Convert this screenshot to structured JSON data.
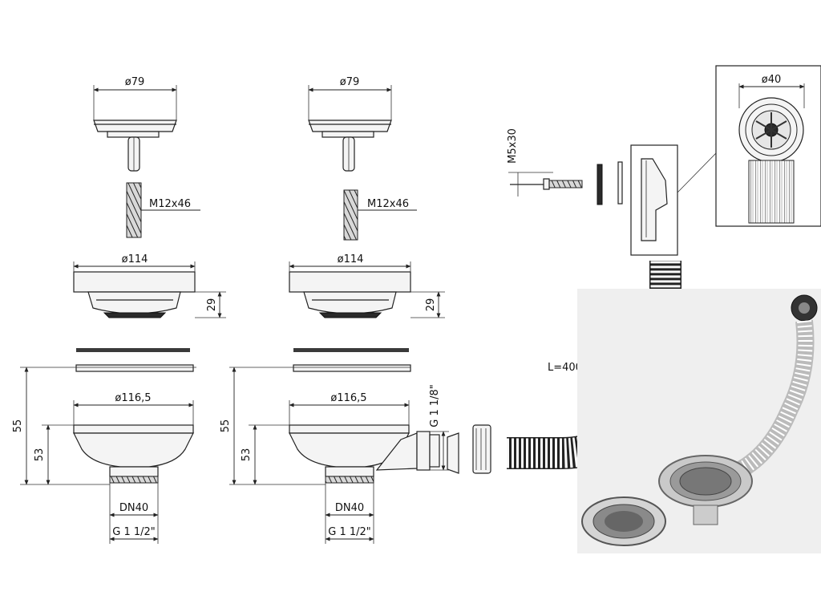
{
  "labels": {
    "d79": "ø79",
    "m12": "M12x46",
    "d114": "ø114",
    "h29": "29",
    "d1165": "ø116,5",
    "h55": "55",
    "h53": "53",
    "dn40": "DN40",
    "g112": "G 1 1/2\"",
    "g118": "G 1 1/8\"",
    "m5": "M5x30",
    "d40": "ø40",
    "l400": "L=400"
  }
}
